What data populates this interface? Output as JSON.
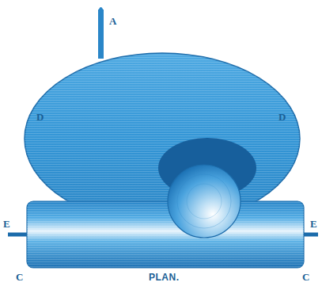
{
  "diagram": {
    "caption": "PLAN.",
    "labels": [
      "A",
      "D",
      "D",
      "E",
      "E",
      "C",
      "C"
    ]
  }
}
